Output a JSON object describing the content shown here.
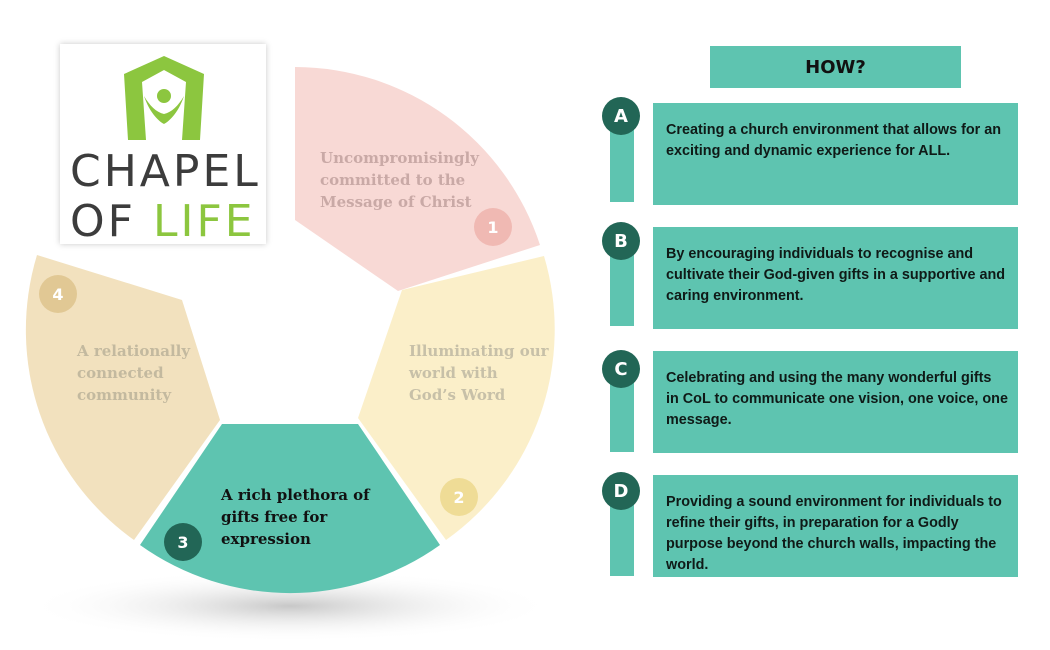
{
  "colors": {
    "teal": "#5ec4b0",
    "dark_teal": "#226656",
    "pink": "#f8d9d5",
    "yellow": "#fbefc9",
    "tan": "#f2e1be",
    "logo_green": "#8cc63f",
    "logo_gray": "#3c3c3c"
  },
  "logo": {
    "icon": "person-house-icon",
    "line1": "CHAPEL",
    "line2a": "OF",
    "line2b": "LIFE"
  },
  "wheel": {
    "segments": [
      {
        "number": "1",
        "lines": [
          "Uncompromisingly",
          "committed to the",
          "Message of Christ"
        ],
        "color": "pink"
      },
      {
        "number": "2",
        "lines": [
          "Illuminating our",
          "world with",
          "God’s Word"
        ],
        "color": "yellow"
      },
      {
        "number": "3",
        "lines": [
          "A rich plethora of",
          "gifts free for",
          "expression"
        ],
        "color": "teal"
      },
      {
        "number": "4",
        "lines": [
          "A relationally",
          "connected",
          "community"
        ],
        "color": "tan"
      }
    ]
  },
  "how": {
    "title": "HOW?",
    "items": [
      {
        "letter": "A",
        "text": "Creating a church environment that allows for an exciting and dynamic experience for ALL."
      },
      {
        "letter": "B",
        "text": "By encouraging individuals to recognise and cultivate their God-given gifts in a supportive and caring environment."
      },
      {
        "letter": "C",
        "text": "Celebrating and using the many wonderful gifts in CoL to communicate one vision, one voice, one message."
      },
      {
        "letter": "D",
        "text": "Providing a sound environment for individuals to refine their gifts, in preparation for a Godly purpose beyond the church walls, impacting the world."
      }
    ]
  }
}
